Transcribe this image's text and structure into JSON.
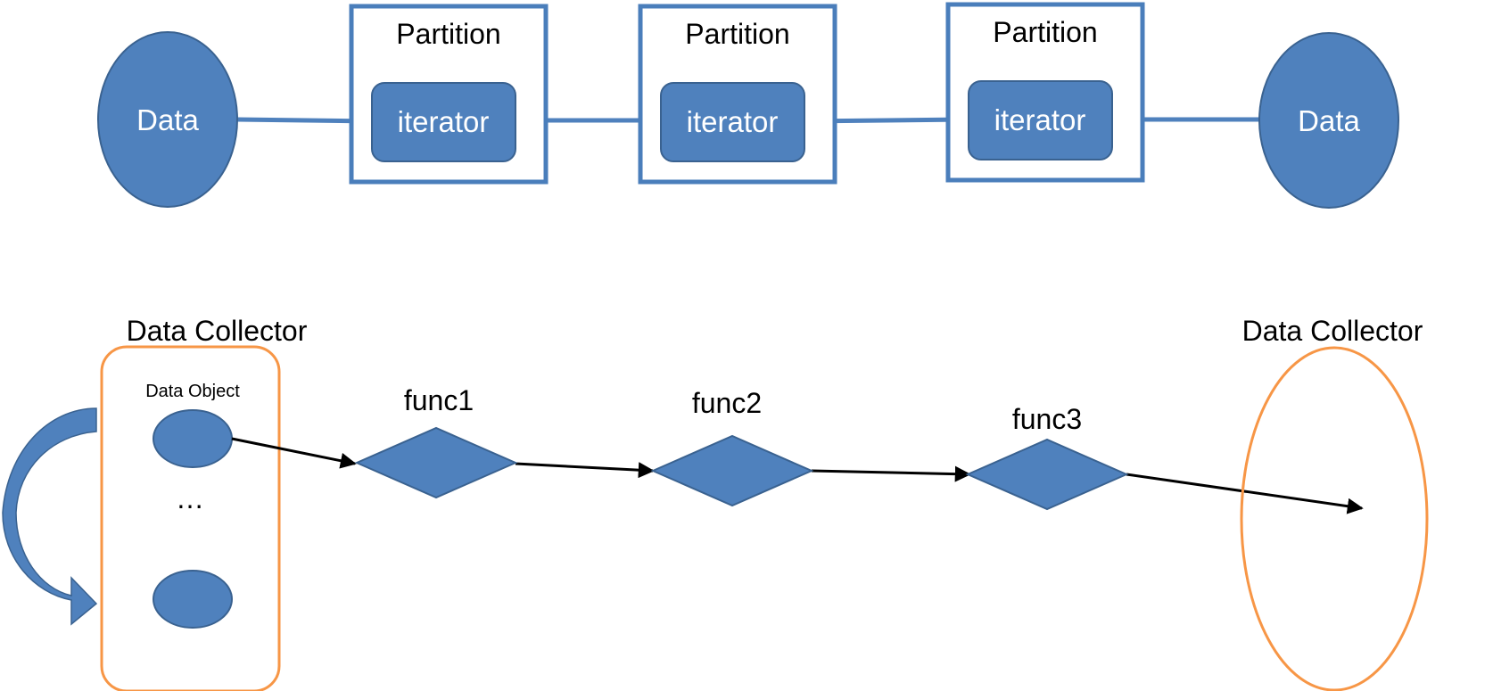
{
  "colors": {
    "node_fill": "#4f81bd",
    "node_stroke": "#3a6290",
    "partition_stroke": "#4a7ebb",
    "collector_stroke": "#f79646",
    "edge": "#000000"
  },
  "pipeline": {
    "source_label": "Data",
    "sink_label": "Data",
    "partitions": [
      {
        "title": "Partition",
        "node_label": "iterator"
      },
      {
        "title": "Partition",
        "node_label": "iterator"
      },
      {
        "title": "Partition",
        "node_label": "iterator"
      }
    ]
  },
  "collector_flow": {
    "input_collector": {
      "title": "Data Collector",
      "object_label": "Data Object",
      "ellipsis": "…"
    },
    "functions": [
      "func1",
      "func2",
      "func3"
    ],
    "output_collector": {
      "title": "Data Collector"
    }
  }
}
